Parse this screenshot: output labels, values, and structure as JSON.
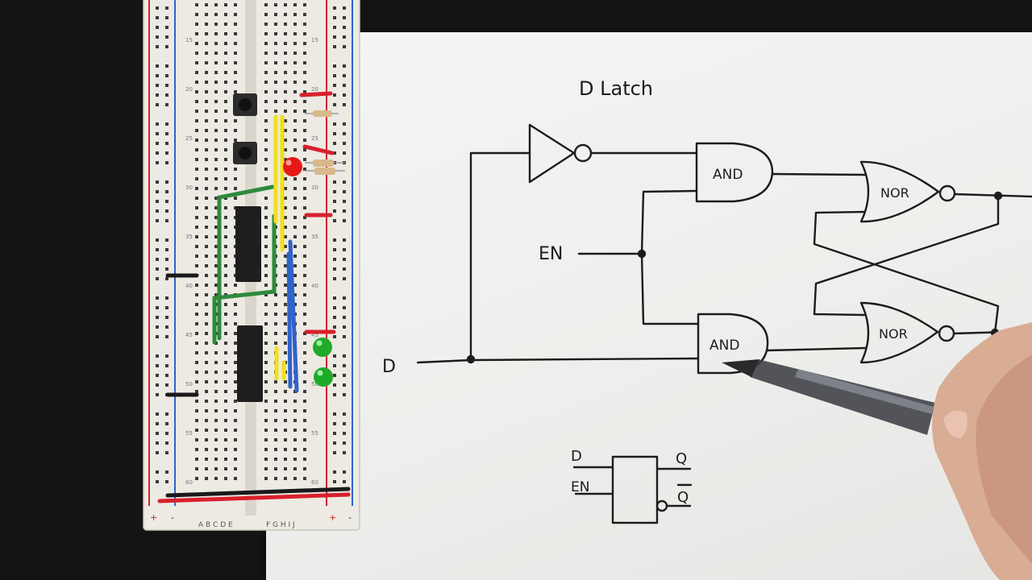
{
  "diagram": {
    "title": "D Latch",
    "inputs": {
      "en": "EN",
      "d": "D"
    },
    "gates": {
      "and_top": "AND",
      "and_bottom": "AND",
      "nor_top": "NOR",
      "nor_bottom": "NOR"
    },
    "symbol": {
      "in_d": "D",
      "in_en": "EN",
      "out_q": "Q",
      "out_qbar": "Q"
    }
  },
  "breadboard": {
    "row_numbers": [
      "15",
      "20",
      "25",
      "30",
      "35",
      "40",
      "45",
      "50",
      "55",
      "60"
    ],
    "column_letters_left": "A B C D E",
    "column_letters_right": "F G H I J",
    "rail_plus": "+",
    "rail_minus": "-"
  },
  "colors": {
    "ink": "#1c1c1c",
    "wire_red": "#d8202c",
    "wire_yellow": "#f2df1a",
    "wire_blue": "#2f63c9",
    "wire_green": "#2e8a3c",
    "led_red": "#e81818",
    "led_green": "#1faa2a",
    "chip": "#1e1e1e"
  }
}
